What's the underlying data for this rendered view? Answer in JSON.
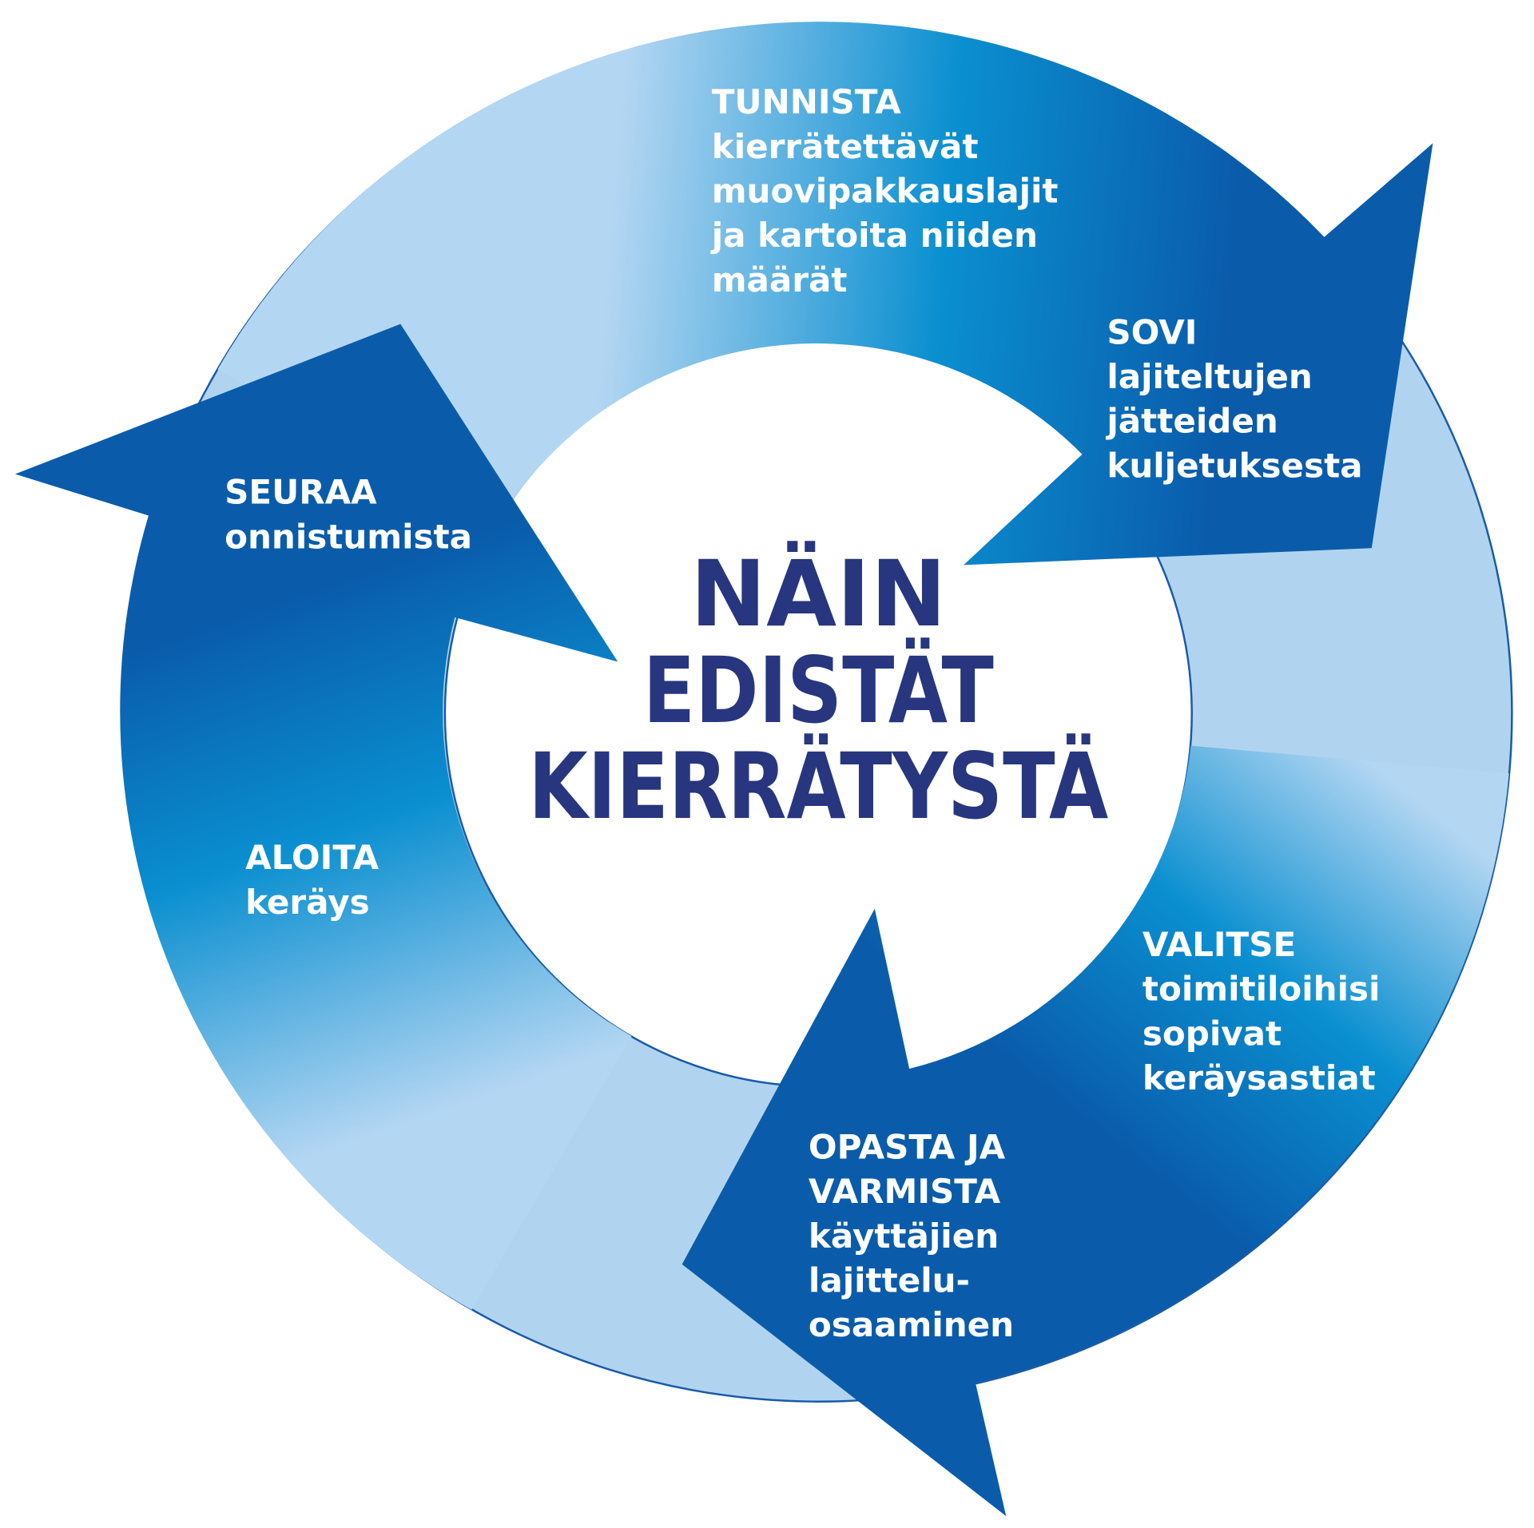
{
  "title": [
    "NÄIN",
    "EDISTÄT",
    "KIERRÄTYSTÄ"
  ],
  "steps": [
    {
      "heading": [
        "TUNNISTA"
      ],
      "text": [
        "kierrätettävät",
        "muovipakkauslajit",
        "ja kartoita niiden",
        "määrät"
      ]
    },
    {
      "heading": [
        "SOVI"
      ],
      "text": [
        "lajiteltujen",
        "jätteiden",
        "kuljetuksesta"
      ]
    },
    {
      "heading": [
        "VALITSE"
      ],
      "text": [
        "toimitiloihisi",
        "sopivat",
        "keräysastiat"
      ]
    },
    {
      "heading": [
        "OPASTA JA",
        "VARMISTA"
      ],
      "text": [
        "käyttäjien",
        "lajittelu-",
        "osaaminen"
      ]
    },
    {
      "heading": [
        "ALOITA"
      ],
      "text": [
        "keräys"
      ]
    },
    {
      "heading": [
        "SEURAA"
      ],
      "text": [
        "onnistumista"
      ]
    }
  ],
  "colors": {
    "light": "#b3d6f2",
    "mid": "#0a8fd0",
    "dark": "#0a5cab",
    "title": "#27367e",
    "outline": "#1a5aa8"
  }
}
